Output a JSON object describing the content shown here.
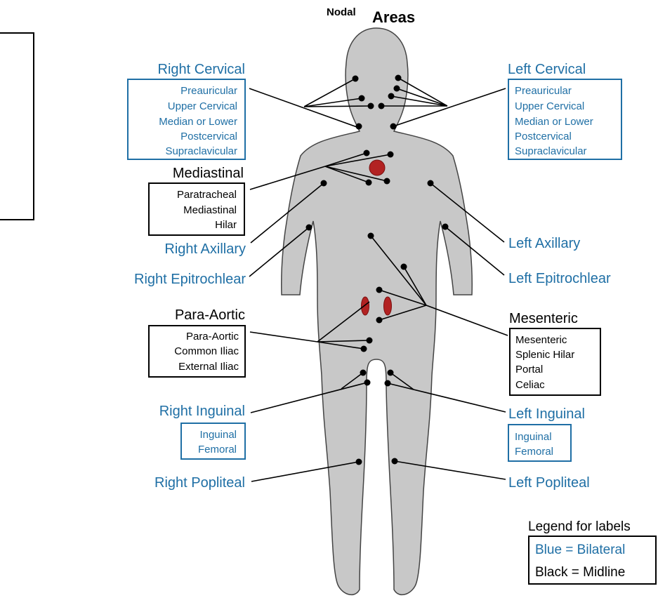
{
  "colors": {
    "bilateral": "#1f6fa5",
    "midline": "#000000",
    "body_fill": "#c8c8c8",
    "body_stroke": "#444444",
    "organ": "#b22222"
  },
  "title": {
    "small": "Nodal",
    "large": "Areas"
  },
  "groups": {
    "right_cervical": {
      "heading": "Right Cervical",
      "items": [
        "Preauricular",
        "Upper Cervical",
        "Median or Lower",
        "Postcervical",
        "Supraclavicular"
      ]
    },
    "left_cervical": {
      "heading": "Left Cervical",
      "items": [
        "Preauricular",
        "Upper Cervical",
        "Median or Lower",
        "Postcervical",
        "Supraclavicular"
      ]
    },
    "mediastinal": {
      "heading": "Mediastinal",
      "items": [
        "Paratracheal",
        "Mediastinal",
        "Hilar"
      ]
    },
    "right_axillary": {
      "heading": "Right Axillary"
    },
    "left_axillary": {
      "heading": "Left Axillary"
    },
    "right_epitrochlear": {
      "heading": "Right Epitrochlear"
    },
    "left_epitrochlear": {
      "heading": "Left Epitrochlear"
    },
    "para_aortic": {
      "heading": "Para-Aortic",
      "items": [
        "Para-Aortic",
        "Common Iliac",
        "External Iliac"
      ]
    },
    "mesenteric": {
      "heading": "Mesenteric",
      "items": [
        "Mesenteric",
        "Splenic Hilar",
        "Portal",
        "Celiac"
      ]
    },
    "right_inguinal": {
      "heading": "Right Inguinal",
      "items": [
        "Inguinal",
        "Femoral"
      ]
    },
    "left_inguinal": {
      "heading": "Left Inguinal",
      "items": [
        "Inguinal",
        "Femoral"
      ]
    },
    "right_popliteal": {
      "heading": "Right Popliteal"
    },
    "left_popliteal": {
      "heading": "Left Popliteal"
    }
  },
  "legend": {
    "title": "Legend for labels",
    "bilateral": "Blue = Bilateral",
    "midline": "Black = Midline"
  }
}
